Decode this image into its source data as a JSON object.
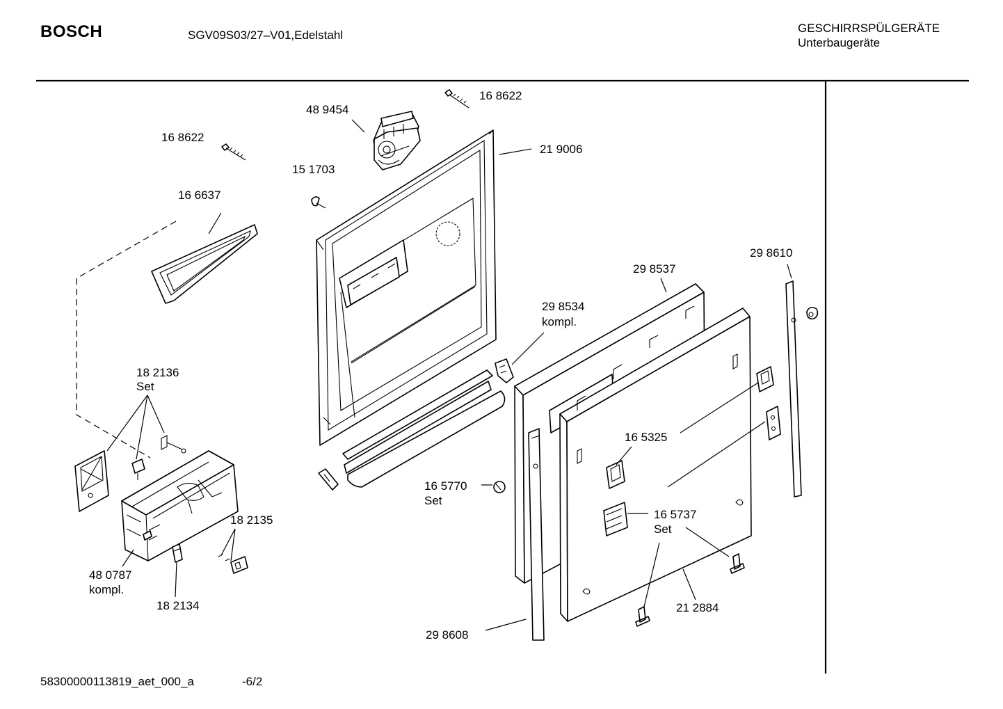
{
  "header": {
    "brand": "BOSCH",
    "model": "SGV09S03/27–V01,Edelstahl",
    "category_line1": "GESCHIRRSPÜLGERÄTE",
    "category_line2": "Unterbaugeräte"
  },
  "footer": {
    "document_id": "58300000113819_aet_000_a",
    "page": "-6/2"
  },
  "parts": {
    "p168622_top": "16 8622",
    "p489454": "48 9454",
    "p219006": "21 9006",
    "p168622_left": "16 8622",
    "p151703": "15 1703",
    "p166637": "16 6637",
    "p298610": "29 8610",
    "p298537": "29 8537",
    "p298534_num": "29 8534",
    "p298534_note": "kompl.",
    "p182136_num": "18 2136",
    "p182136_note": "Set",
    "p165325": "16 5325",
    "p165770_num": "16 5770",
    "p165770_note": "Set",
    "p165737_num": "16 5737",
    "p165737_note": "Set",
    "p182135": "18 2135",
    "p480787_num": "48 0787",
    "p480787_note": "kompl.",
    "p182134": "18 2134",
    "p212884": "21 2884",
    "p298608": "29 8608"
  }
}
